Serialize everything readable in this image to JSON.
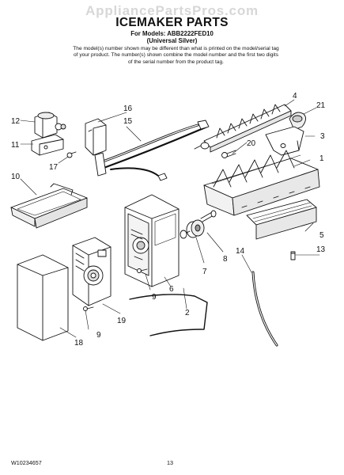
{
  "header": {
    "watermark": "AppliancePartsPros.com",
    "title": "ICEMAKER PARTS",
    "models": "For Models: ABB2222FED10",
    "color": "(Universal Silver)",
    "description": "The model(s) number shown may be different than what is printed on the model/serial tag of your product. The number(s) shown combine the model number and the first two digits of the serial number from the product tag."
  },
  "callouts": [
    "1",
    "2",
    "3",
    "4",
    "5",
    "6",
    "7",
    "8",
    "9",
    "9",
    "10",
    "11",
    "12",
    "13",
    "14",
    "15",
    "16",
    "17",
    "18",
    "19",
    "20",
    "21"
  ],
  "footer": {
    "doc_number": "W10234657",
    "page": "13"
  }
}
